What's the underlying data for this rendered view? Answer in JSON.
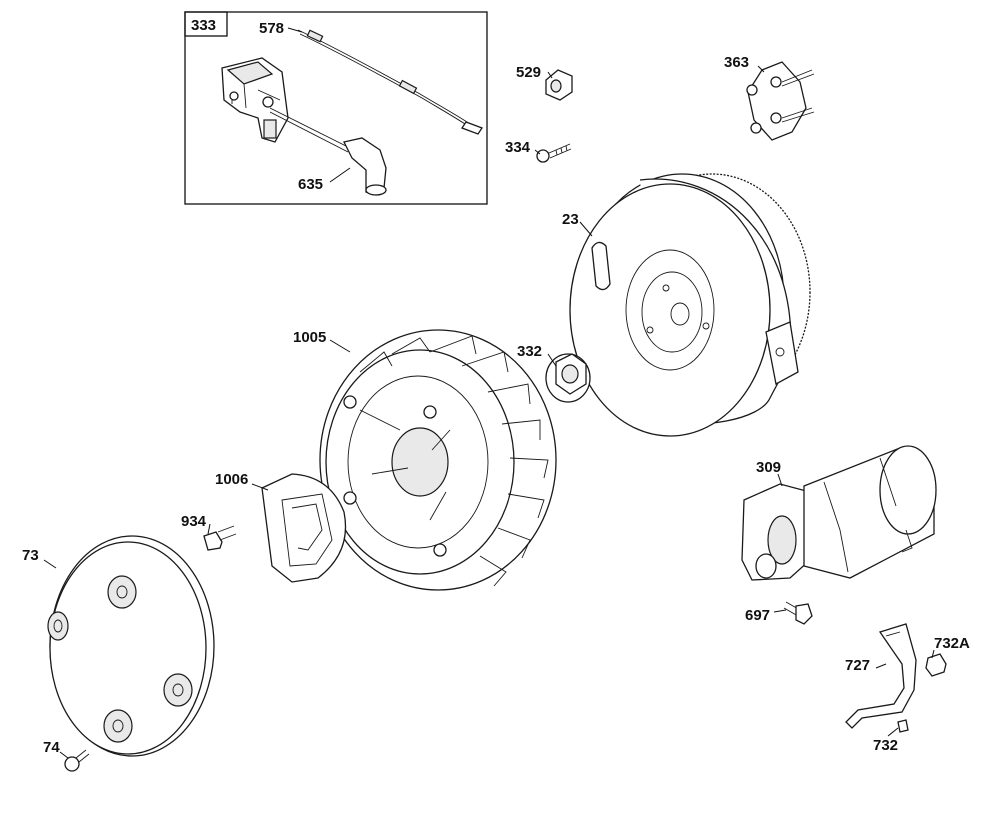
{
  "kit": {
    "label": "333"
  },
  "parts": [
    {
      "id": "578",
      "name": "578"
    },
    {
      "id": "635",
      "name": "635"
    },
    {
      "id": "529",
      "name": "529"
    },
    {
      "id": "334",
      "name": "334"
    },
    {
      "id": "363",
      "name": "363"
    },
    {
      "id": "23",
      "name": "23"
    },
    {
      "id": "1005",
      "name": "1005"
    },
    {
      "id": "332",
      "name": "332"
    },
    {
      "id": "1006",
      "name": "1006"
    },
    {
      "id": "934",
      "name": "934"
    },
    {
      "id": "73",
      "name": "73"
    },
    {
      "id": "74",
      "name": "74"
    },
    {
      "id": "309",
      "name": "309"
    },
    {
      "id": "697",
      "name": "697"
    },
    {
      "id": "727",
      "name": "727"
    },
    {
      "id": "732A",
      "name": "732A"
    },
    {
      "id": "732",
      "name": "732"
    }
  ]
}
